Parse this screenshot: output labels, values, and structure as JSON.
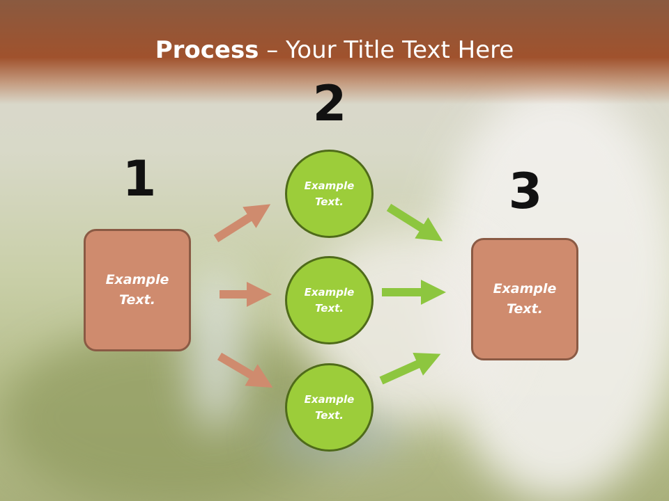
{
  "slide": {
    "title_bold": "Process",
    "title_rest": " – Your Title Text Here"
  },
  "steps": {
    "one": "1",
    "two": "2",
    "three": "3"
  },
  "boxes": {
    "left": "Example Text.",
    "right": "Example Text."
  },
  "circles": {
    "top": "Example Text.",
    "middle": "Example Text.",
    "bottom": "Example Text."
  },
  "colors": {
    "header": "#a0522d",
    "box_fill": "#cf8b6e",
    "circle_fill": "#9ccd3a",
    "arrow_brown": "#cf8b6e",
    "arrow_green": "#8dc63f"
  }
}
